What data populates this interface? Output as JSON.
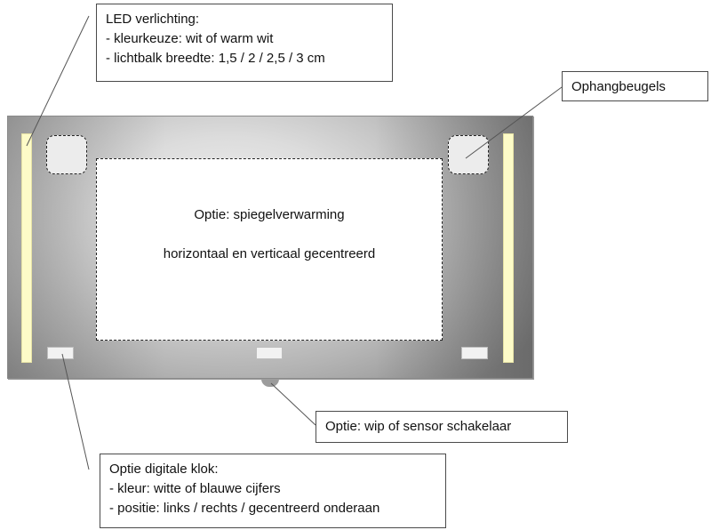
{
  "diagram": {
    "heating_box": {
      "line1": "Optie: spiegelverwarming",
      "line2": "horizontaal en verticaal gecentreerd"
    },
    "callouts": {
      "led": {
        "title": "LED verlichting:",
        "line1": "- kleurkeuze: wit of warm wit",
        "line2": "- lichtbalk breedte: 1,5 / 2 / 2,5 / 3 cm"
      },
      "hangers": {
        "title": "Ophangbeugels"
      },
      "switch": {
        "title": "Optie: wip of sensor schakelaar"
      },
      "clock": {
        "title": "Optie digitale klok:",
        "line1": "- kleur: witte of blauwe cijfers",
        "line2": "- positie: links / rechts / gecentreerd onderaan"
      }
    }
  },
  "colors": {
    "led_bar": "#fdfbc8",
    "mirror_dark": "#8e8e8e",
    "mirror_light": "#f4f4f4",
    "outline": "#222222"
  }
}
